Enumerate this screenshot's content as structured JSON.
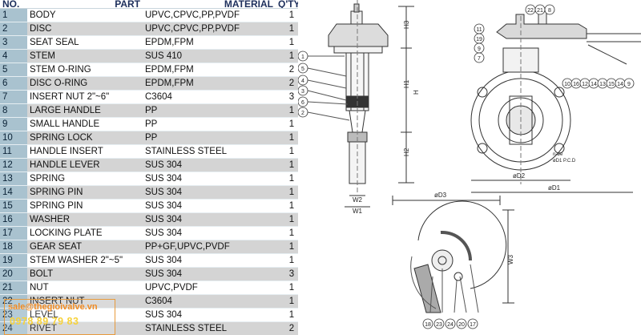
{
  "table": {
    "headers": {
      "no": "NO.",
      "part": "PART",
      "material": "MATERIAL",
      "qty": "Q'TY"
    },
    "rows": [
      {
        "no": "1",
        "part": "BODY",
        "material": "UPVC,CPVC,PP,PVDF",
        "qty": "1"
      },
      {
        "no": "2",
        "part": "DISC",
        "material": "UPVC,CPVC,PP,PVDF",
        "qty": "1"
      },
      {
        "no": "3",
        "part": "SEAT SEAL",
        "material": "EPDM,FPM",
        "qty": "1"
      },
      {
        "no": "4",
        "part": "STEM",
        "material": "SUS 410",
        "qty": "1"
      },
      {
        "no": "5",
        "part": "STEM O-RING",
        "material": "EPDM,FPM",
        "qty": "2"
      },
      {
        "no": "6",
        "part": "DISC O-RING",
        "material": "EPDM,FPM",
        "qty": "2"
      },
      {
        "no": "7",
        "part": "INSERT NUT 2\"~6\"",
        "material": "C3604",
        "qty": "3"
      },
      {
        "no": "8",
        "part": "LARGE HANDLE",
        "material": "PP",
        "qty": "1"
      },
      {
        "no": "9",
        "part": "SMALL HANDLE",
        "material": "PP",
        "qty": "1"
      },
      {
        "no": "10",
        "part": "SPRING LOCK",
        "material": "PP",
        "qty": "1"
      },
      {
        "no": "11",
        "part": "HANDLE INSERT",
        "material": "STAINLESS STEEL",
        "qty": "1"
      },
      {
        "no": "12",
        "part": "HANDLE LEVER",
        "material": "SUS 304",
        "qty": "1"
      },
      {
        "no": "13",
        "part": "SPRING",
        "material": "SUS 304",
        "qty": "1"
      },
      {
        "no": "14",
        "part": "SPRING PIN",
        "material": "SUS 304",
        "qty": "1"
      },
      {
        "no": "15",
        "part": "SPRING PIN",
        "material": "SUS 304",
        "qty": "1"
      },
      {
        "no": "16",
        "part": "WASHER",
        "material": "SUS 304",
        "qty": "1"
      },
      {
        "no": "17",
        "part": "LOCKING PLATE",
        "material": "SUS 304",
        "qty": "1"
      },
      {
        "no": "18",
        "part": "GEAR SEAT",
        "material": "PP+GF,UPVC,PVDF",
        "qty": "1"
      },
      {
        "no": "19",
        "part": "STEM WASHER 2\"~5\"",
        "material": "SUS 304",
        "qty": "1"
      },
      {
        "no": "20",
        "part": "BOLT",
        "material": "SUS 304",
        "qty": "3"
      },
      {
        "no": "21",
        "part": "NUT",
        "material": "UPVC,PVDF",
        "qty": "1"
      },
      {
        "no": "22",
        "part": "INSERT NUT",
        "material": "C3604",
        "qty": "1"
      },
      {
        "no": "23",
        "part": "LEVEL",
        "material": "SUS 304",
        "qty": "1"
      },
      {
        "no": "24",
        "part": "RIVET",
        "material": "STAINLESS STEEL",
        "qty": "2"
      }
    ]
  },
  "overlay": {
    "email": "sale@thegioivalve.vn",
    "phone": "0978 89 79 83"
  },
  "drawing": {
    "labels": {
      "h": "H",
      "h1": "H1",
      "h2": "H2",
      "h3": "H3",
      "w1": "W1",
      "w2": "W2",
      "w3": "W3",
      "d1": "øD1",
      "d2": "øD2",
      "d3": "øD3",
      "pcd": "øD1 P.C.D",
      "nhole": "n-øe"
    },
    "front_callouts": [
      "1",
      "5",
      "4",
      "3",
      "6",
      "2"
    ],
    "side_callouts_top": [
      "22",
      "21",
      "8"
    ],
    "side_callouts_left": [
      "11",
      "19",
      "9",
      "7"
    ],
    "side_callouts_bottom": [
      "10",
      "16",
      "12",
      "14",
      "13",
      "15",
      "14",
      "9"
    ],
    "plan_callouts": [
      "18",
      "23",
      "24",
      "20",
      "17"
    ]
  }
}
